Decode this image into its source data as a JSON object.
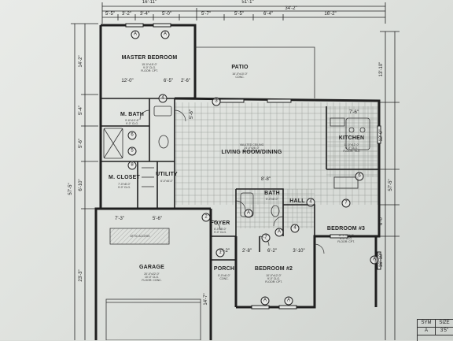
{
  "rooms": {
    "master_bedroom": {
      "name": "MASTER BEDROOM",
      "sub": "15'-0\"x15'-0\"\n9'-0\" CLG.\nFLOOR: CPT."
    },
    "master_bath": {
      "name": "M. BATH",
      "sub": "9'-6\"x10'-6\"\n9'-0\" CLG."
    },
    "master_closet": {
      "name": "M. CLOSET",
      "sub": "7'-0\"x8'-0\"\n9'-0\" CLG."
    },
    "utility": {
      "name": "UTILITY",
      "sub": "6'-0\"x8'-0\""
    },
    "living_dining": {
      "name": "LIVING ROOM/DINING",
      "sub": "VAULTED CEILING\n24'-0\"x26'-0\"\nFLOOR: TILE"
    },
    "patio": {
      "name": "PATIO",
      "sub": "16'-0\"x10'-0\"\nCONC."
    },
    "kitchen": {
      "name": "KITCHEN",
      "sub": "11'-0\"x12'-0\"\n9'-0\" CLG.\nFLOOR: TILE"
    },
    "bath": {
      "name": "BATH",
      "sub": "5'-0\"x8'-0\""
    },
    "hall": {
      "name": "HALL",
      "sub": ""
    },
    "foyer": {
      "name": "FOYER",
      "sub": "6'-0\"x8'-0\"\n9'-0\" CLG."
    },
    "bedroom3": {
      "name": "BEDROOM #3",
      "sub": "10'-0\"x12'-0\"\n9'-0\" CLG.\nFLOOR: CPT."
    },
    "bedroom2": {
      "name": "BEDROOM #2",
      "sub": "10'-0\"x12'-0\"\n9'-0\" CLG.\nFLOOR: CPT."
    },
    "porch": {
      "name": "PORCH",
      "sub": "5'-0\"x6'-0\"\nCONC."
    },
    "garage": {
      "name": "GARAGE",
      "sub": "20'-0\"x22'-0\"\n10'-0\" CLG.\nFLOOR: CONC."
    },
    "attic": {
      "name": "ATTIC ACCESS",
      "sub": ""
    }
  },
  "dimensions": {
    "top_overall": "51'-1\"",
    "top_left": "16'-11\"",
    "top_right": "34'-2\"",
    "top_seg_1": "5'-5\"",
    "top_seg_2": "3'-2\"",
    "top_seg_3": "3'-4\"",
    "top_seg_4": "5'-0\"",
    "top_seg_5": "5'-7\"",
    "top_seg_6": "5'-5\"",
    "top_seg_7": "6'-4\"",
    "top_seg_8": "16'-2\"",
    "left_overall": "57'-5\"",
    "left_seg_1": "14'-2\"",
    "left_seg_2": "5'-4\"",
    "left_seg_3": "5'-6\"",
    "left_seg_4": "6'-10\"",
    "left_seg_5": "23'-3\"",
    "right_overall": "57'-5\"",
    "right_seg_1": "13'-10\"",
    "right_seg_2": "12'-0\"",
    "right_seg_3": "6'-0\"",
    "right_seg_4": "16'-10\"",
    "mb_width": "12'-0\"",
    "mb_w2": "6'-5\"",
    "mb_w3": "2'-6\"",
    "garage_w1": "7'-3\"",
    "garage_w2": "5'-6\"",
    "bath_w": "8'-8\"",
    "foyer_w": "2'-2\"",
    "bed2_w1": "2'-8\"",
    "bed2_w2": "6'-2\"",
    "bed2_w3": "3'-10\"",
    "liv_h": "5'-6\"",
    "kitchen_w": "7'-6\"",
    "porch_h": "14'-7\""
  },
  "tags": [
    "1",
    "2",
    "3",
    "4",
    "5",
    "6",
    "7",
    "8",
    "A"
  ],
  "symbol_table": {
    "col1": "SYM",
    "col2": "SIZE",
    "row1_sym": "A",
    "row1_size": "3'5\""
  },
  "colors": {
    "paper": "#e3e5e2",
    "ink": "#1f1f1f",
    "grid": "#9a9d99"
  }
}
